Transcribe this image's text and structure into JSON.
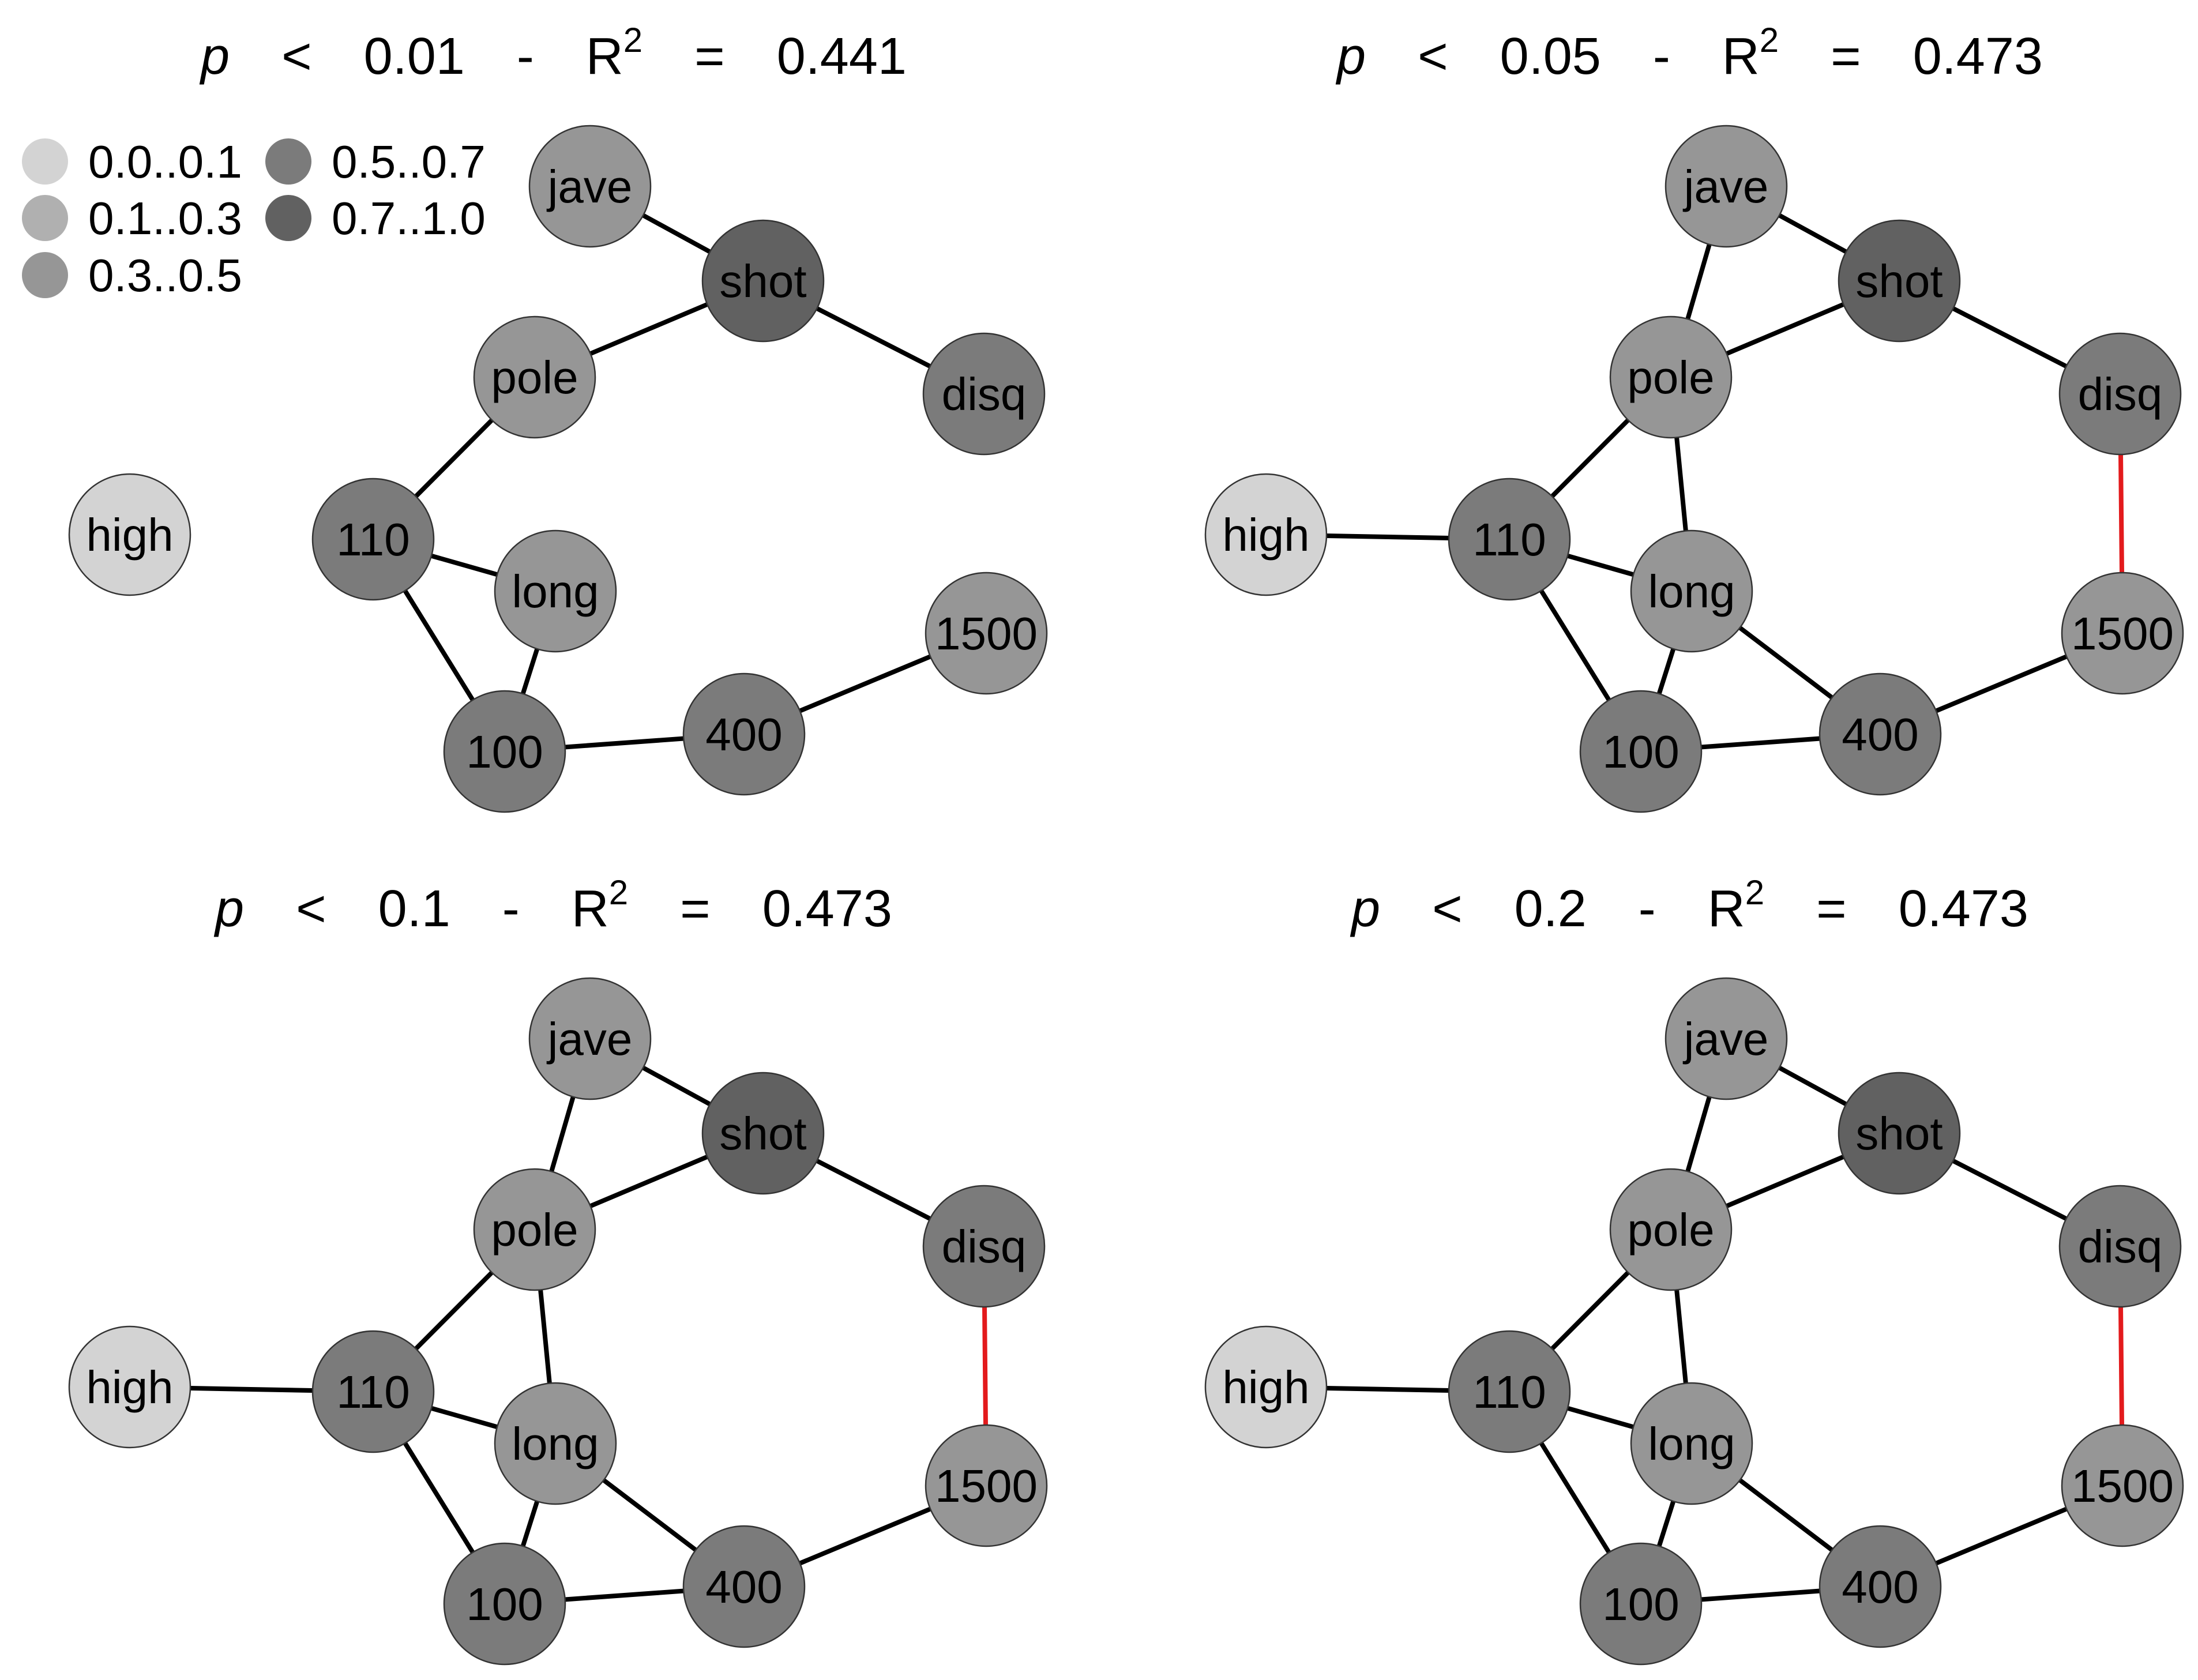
{
  "colors": {
    "edge": "#000000",
    "highlight_edge": "#e31a1c",
    "node_stroke": "#333333",
    "levels": {
      "0.0..0.1": "#d3d3d3",
      "0.1..0.3": "#b0b0b0",
      "0.3..0.5": "#969696",
      "0.5..0.7": "#7b7b7b",
      "0.7..1.0": "#616161"
    }
  },
  "legend": [
    {
      "label": "0.0..0.1",
      "level": "0.0..0.1"
    },
    {
      "label": "0.1..0.3",
      "level": "0.1..0.3"
    },
    {
      "label": "0.3..0.5",
      "level": "0.3..0.5"
    },
    {
      "label": "0.5..0.7",
      "level": "0.5..0.7"
    },
    {
      "label": "0.7..1.0",
      "level": "0.7..1.0"
    }
  ],
  "nodes": [
    {
      "id": "jave",
      "label": "jave",
      "level": "0.3..0.5"
    },
    {
      "id": "shot",
      "label": "shot",
      "level": "0.7..1.0"
    },
    {
      "id": "disq",
      "label": "disq",
      "level": "0.5..0.7"
    },
    {
      "id": "pole",
      "label": "pole",
      "level": "0.3..0.5"
    },
    {
      "id": "high",
      "label": "high",
      "level": "0.0..0.1"
    },
    {
      "id": "110",
      "label": "110",
      "level": "0.5..0.7"
    },
    {
      "id": "long",
      "label": "long",
      "level": "0.3..0.5"
    },
    {
      "id": "1500",
      "label": "1500",
      "level": "0.3..0.5"
    },
    {
      "id": "100",
      "label": "100",
      "level": "0.5..0.7"
    },
    {
      "id": "400",
      "label": "400",
      "level": "0.5..0.7"
    }
  ],
  "panels": [
    {
      "title": {
        "p": "p",
        "op": "<",
        "threshold": "0.01",
        "dash": "-",
        "r": "R",
        "sup": "2",
        "eq": "=",
        "r2": "0.441"
      },
      "edges": [
        {
          "from": "jave",
          "to": "shot",
          "highlight": false
        },
        {
          "from": "shot",
          "to": "pole",
          "highlight": false
        },
        {
          "from": "shot",
          "to": "disq",
          "highlight": false
        },
        {
          "from": "pole",
          "to": "110",
          "highlight": false
        },
        {
          "from": "110",
          "to": "long",
          "highlight": false
        },
        {
          "from": "110",
          "to": "100",
          "highlight": false
        },
        {
          "from": "long",
          "to": "100",
          "highlight": false
        },
        {
          "from": "100",
          "to": "400",
          "highlight": false
        },
        {
          "from": "400",
          "to": "1500",
          "highlight": false
        }
      ]
    },
    {
      "title": {
        "p": "p",
        "op": "<",
        "threshold": "0.05",
        "dash": "-",
        "r": "R",
        "sup": "2",
        "eq": "=",
        "r2": "0.473"
      },
      "edges": [
        {
          "from": "jave",
          "to": "shot",
          "highlight": false
        },
        {
          "from": "jave",
          "to": "pole",
          "highlight": false
        },
        {
          "from": "shot",
          "to": "pole",
          "highlight": false
        },
        {
          "from": "shot",
          "to": "disq",
          "highlight": false
        },
        {
          "from": "disq",
          "to": "1500",
          "highlight": true
        },
        {
          "from": "pole",
          "to": "110",
          "highlight": false
        },
        {
          "from": "pole",
          "to": "long",
          "highlight": false
        },
        {
          "from": "high",
          "to": "110",
          "highlight": false
        },
        {
          "from": "110",
          "to": "long",
          "highlight": false
        },
        {
          "from": "110",
          "to": "100",
          "highlight": false
        },
        {
          "from": "long",
          "to": "100",
          "highlight": false
        },
        {
          "from": "long",
          "to": "400",
          "highlight": false
        },
        {
          "from": "100",
          "to": "400",
          "highlight": false
        },
        {
          "from": "400",
          "to": "1500",
          "highlight": false
        }
      ]
    },
    {
      "title": {
        "p": "p",
        "op": "<",
        "threshold": "0.1",
        "dash": "-",
        "r": "R",
        "sup": "2",
        "eq": "=",
        "r2": "0.473"
      },
      "edges": [
        {
          "from": "jave",
          "to": "shot",
          "highlight": false
        },
        {
          "from": "jave",
          "to": "pole",
          "highlight": false
        },
        {
          "from": "shot",
          "to": "pole",
          "highlight": false
        },
        {
          "from": "shot",
          "to": "disq",
          "highlight": false
        },
        {
          "from": "disq",
          "to": "1500",
          "highlight": true
        },
        {
          "from": "pole",
          "to": "110",
          "highlight": false
        },
        {
          "from": "pole",
          "to": "long",
          "highlight": false
        },
        {
          "from": "high",
          "to": "110",
          "highlight": false
        },
        {
          "from": "110",
          "to": "long",
          "highlight": false
        },
        {
          "from": "110",
          "to": "100",
          "highlight": false
        },
        {
          "from": "long",
          "to": "100",
          "highlight": false
        },
        {
          "from": "long",
          "to": "400",
          "highlight": false
        },
        {
          "from": "100",
          "to": "400",
          "highlight": false
        },
        {
          "from": "400",
          "to": "1500",
          "highlight": false
        }
      ]
    },
    {
      "title": {
        "p": "p",
        "op": "<",
        "threshold": "0.2",
        "dash": "-",
        "r": "R",
        "sup": "2",
        "eq": "=",
        "r2": "0.473"
      },
      "edges": [
        {
          "from": "jave",
          "to": "shot",
          "highlight": false
        },
        {
          "from": "jave",
          "to": "pole",
          "highlight": false
        },
        {
          "from": "shot",
          "to": "pole",
          "highlight": false
        },
        {
          "from": "shot",
          "to": "disq",
          "highlight": false
        },
        {
          "from": "disq",
          "to": "1500",
          "highlight": true
        },
        {
          "from": "pole",
          "to": "110",
          "highlight": false
        },
        {
          "from": "pole",
          "to": "long",
          "highlight": false
        },
        {
          "from": "high",
          "to": "110",
          "highlight": false
        },
        {
          "from": "110",
          "to": "long",
          "highlight": false
        },
        {
          "from": "110",
          "to": "100",
          "highlight": false
        },
        {
          "from": "long",
          "to": "100",
          "highlight": false
        },
        {
          "from": "long",
          "to": "400",
          "highlight": false
        },
        {
          "from": "100",
          "to": "400",
          "highlight": false
        },
        {
          "from": "400",
          "to": "1500",
          "highlight": false
        }
      ]
    }
  ]
}
